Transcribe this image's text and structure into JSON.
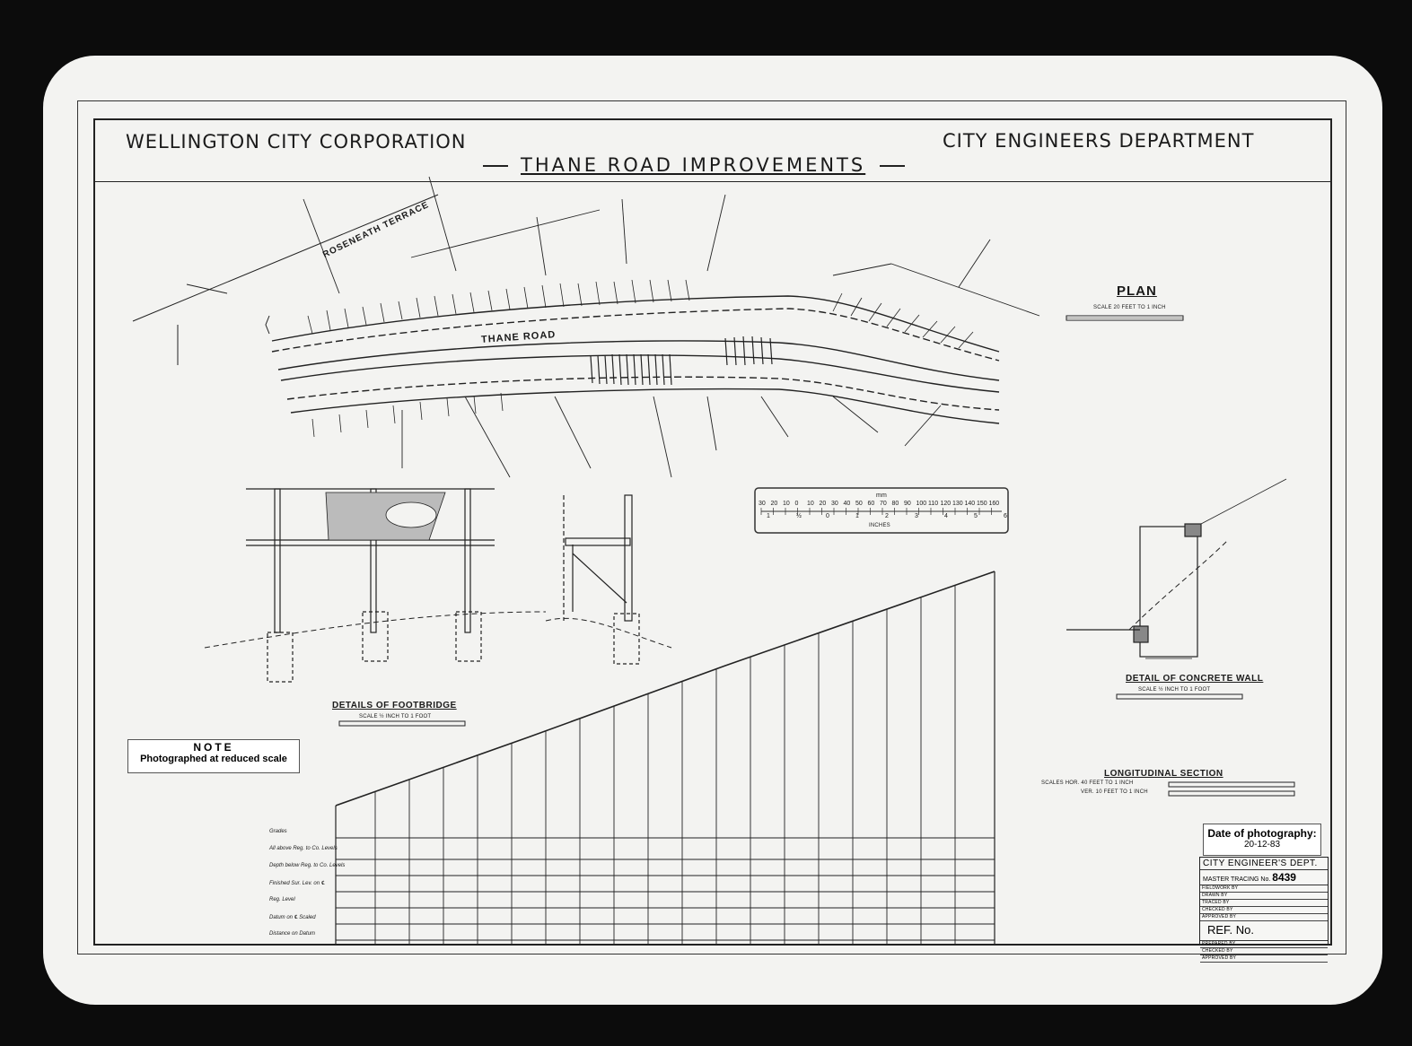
{
  "header": {
    "org": "WELLINGTON CITY CORPORATION",
    "dept": "CITY ENGINEERS DEPARTMENT",
    "title": "THANE ROAD IMPROVEMENTS"
  },
  "plan": {
    "title": "PLAN",
    "scale": "SCALE 20 FEET TO 1 INCH",
    "street_1": "ROSENEATH TERRACE",
    "street_2": "THANE ROAD"
  },
  "footbridge": {
    "title": "DETAILS OF FOOTBRIDGE",
    "scale": "SCALE ½ INCH TO 1 FOOT"
  },
  "concrete_wall": {
    "title": "DETAIL OF CONCRETE WALL",
    "scale": "SCALE ½ INCH TO 1 FOOT"
  },
  "longitudinal": {
    "title": "LONGITUDINAL SECTION",
    "scale_hor": "SCALES HOR. 40 FEET TO 1 INCH",
    "scale_ver": "VER. 10 FEET TO 1 INCH",
    "row_labels": [
      "Grades",
      "All above Reg. to Co. Levels",
      "Depth below Reg. to Co. Levels",
      "Finished Sur. Lev. on ℄",
      "Reg. Level",
      "Datum on ℄ Scaled",
      "Distance on Datum"
    ]
  },
  "scale_bar": {
    "mm_label": "mm",
    "mm_ticks": [
      "30",
      "20",
      "10",
      "0",
      "10",
      "20",
      "30",
      "40",
      "50",
      "60",
      "70",
      "80",
      "90",
      "100",
      "110",
      "120",
      "130",
      "140",
      "150",
      "160"
    ],
    "inch_label": "INCHES",
    "inch_ticks": [
      "1",
      "½",
      "0",
      "1",
      "2",
      "3",
      "4",
      "5",
      "6"
    ]
  },
  "note": {
    "heading": "NOTE",
    "text": "Photographed at reduced scale"
  },
  "photo_date": {
    "label": "Date of photography:",
    "value": "20-12-83"
  },
  "title_block": {
    "dept": "CITY ENGINEER'S DEPT.",
    "master_label": "MASTER TRACING No.",
    "master_no": "8439",
    "rows": [
      "FIELDWORK BY",
      "DRAWN BY",
      "TRACED BY",
      "CHECKED BY",
      "APPROVED BY"
    ],
    "ref": "REF. No.",
    "rows2": [
      "PREPARED BY",
      "CHECKED BY",
      "APPROVED BY"
    ]
  }
}
